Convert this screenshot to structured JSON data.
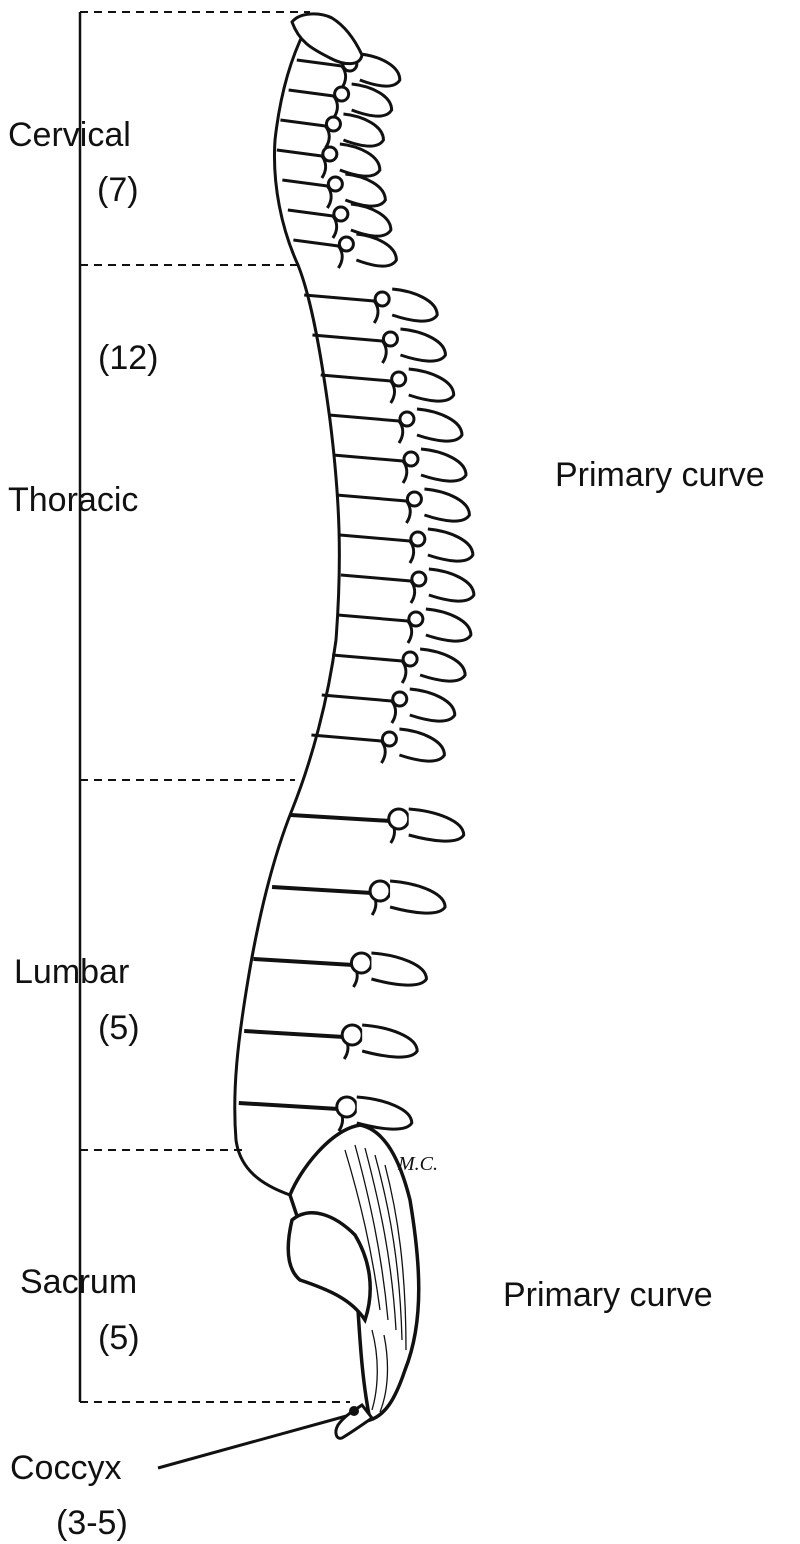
{
  "regions": [
    {
      "name": "Cervical",
      "count": "(7)"
    },
    {
      "name": "Thoracic",
      "count": "(12)"
    },
    {
      "name": "Lumbar",
      "count": "(5)"
    },
    {
      "name": "Sacrum",
      "count": "(5)"
    },
    {
      "name": "Coccyx",
      "count": "(3-5)"
    }
  ],
  "curves": {
    "thoracic": "Primary curve",
    "sacral": "Primary curve"
  },
  "artist_initials": "M.C.",
  "colors": {
    "ink": "#111111",
    "background": "#ffffff"
  }
}
